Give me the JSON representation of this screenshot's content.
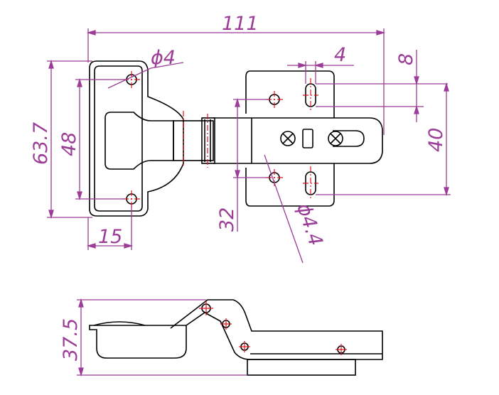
{
  "colors": {
    "background": "#ffffff",
    "outline": "#000000",
    "dimension": "#9b3c96",
    "centerline": "#e0141e"
  },
  "dimensions": {
    "overall_width": "111",
    "hole_diameter_cup": "ϕ4",
    "slot_width": "4",
    "slot_offset": "8",
    "cup_height": "63.7",
    "hole_spacing_cup": "48",
    "plate_hole_spacing": "40",
    "cup_hole_offset": "15",
    "plate_hole_pitch": "32",
    "plate_hole_diameter": "ϕ4.4",
    "side_height": "37.5"
  }
}
